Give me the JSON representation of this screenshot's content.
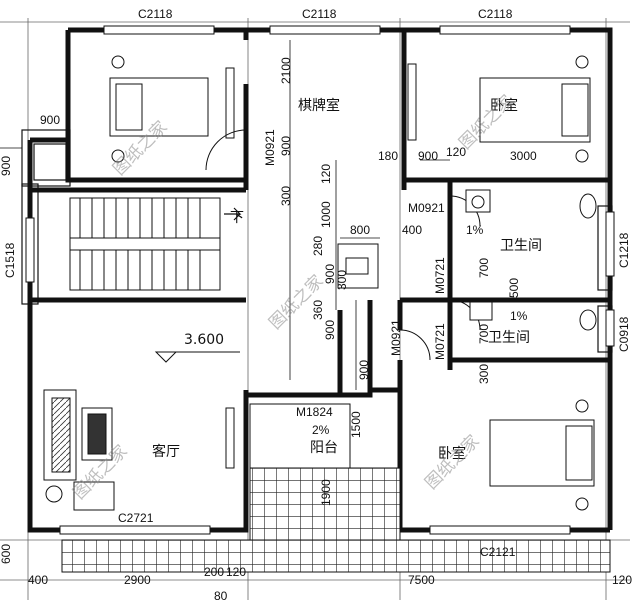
{
  "window_codes": {
    "top_left": "C2118",
    "top_mid": "C2118",
    "top_right": "C2118",
    "left_stair": "C1518",
    "right_bath1": "C1218",
    "right_bath2": "C0918",
    "living_bottom": "C2721",
    "bedroom_bottom": "C2121"
  },
  "door_codes": {
    "study_door": "M0921",
    "bath_door_top": "M0921",
    "bath1_door": "M0721",
    "bath2_door": "M0721",
    "bedroom_door": "M0921",
    "balcony_door": "M1824"
  },
  "rooms": {
    "study": "棋牌室",
    "bedroom_top_right": "卧室",
    "bath1": "卫生间",
    "bath2": "卫生间",
    "living": "客厅",
    "balcony": "阳台",
    "bedroom_bottom_right": "卧室"
  },
  "elevation": "3.600",
  "stair_label": "下",
  "slopes": {
    "bath1": "1%",
    "bath2": "1%",
    "balcony": "2%"
  },
  "dimensions": {
    "left_900": "900",
    "left_900_v": "900",
    "d2100": "2100",
    "d900_door": "900",
    "d300a": "300",
    "d120a": "120",
    "d180": "180",
    "d900_r": "900",
    "d120_r": "120",
    "d3000": "3000",
    "d1000": "1000",
    "d800": "800",
    "d400": "400",
    "d280": "280",
    "d900b": "900",
    "d300b": "300",
    "d360": "360",
    "d900c": "900",
    "d700a": "700",
    "d500": "500",
    "d700b": "700",
    "d300c": "300",
    "d900d": "900",
    "d1500": "1500",
    "d1900": "1900",
    "bottom_600": "600",
    "bottom_400": "400",
    "bottom_2900": "2900",
    "bottom_200": "200",
    "bottom_120": "120",
    "bottom_80": "80",
    "bottom_7500": "7500",
    "bottom_right_120": "120"
  },
  "watermark": "图纸之家"
}
